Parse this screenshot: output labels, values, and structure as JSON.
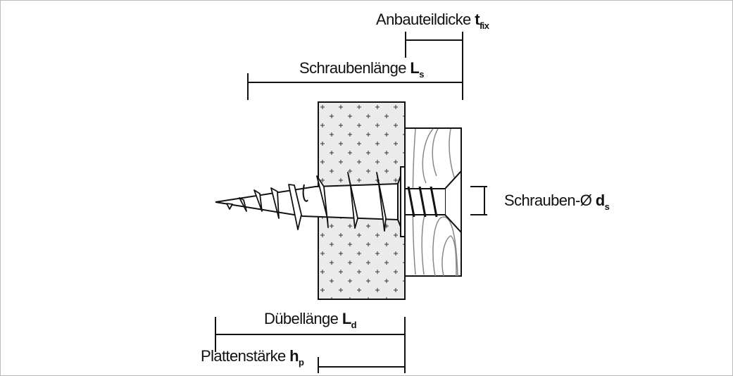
{
  "labels": {
    "fixture_thickness": {
      "text": "Anbauteildicke ",
      "symbol": "t",
      "subscript": "fix"
    },
    "screw_length": {
      "text": "Schraubenlänge ",
      "symbol": "L",
      "subscript": "s"
    },
    "screw_diameter": {
      "text": "Schrauben-Ø ",
      "symbol": "d",
      "subscript": "s"
    },
    "anchor_length": {
      "text": "Dübellänge ",
      "symbol": "L",
      "subscript": "d"
    },
    "board_thickness": {
      "text": "Plattenstärke ",
      "symbol": "h",
      "subscript": "p"
    }
  },
  "colors": {
    "board_fill": "#ebebeb",
    "line": "#111111",
    "grain": "#888888",
    "frame": "#bbbbbb"
  }
}
